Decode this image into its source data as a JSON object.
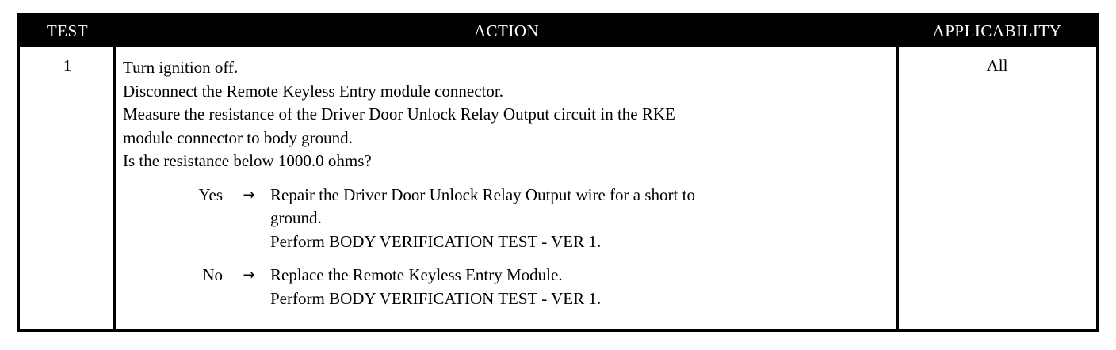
{
  "headers": {
    "test": "TEST",
    "action": "ACTION",
    "applicability": "APPLICABILITY"
  },
  "row": {
    "test": "1",
    "applicability": "All",
    "steps": [
      "Turn ignition off.",
      "Disconnect the Remote Keyless Entry module connector.",
      "Measure the resistance of the Driver Door Unlock Relay Output circuit in the RKE",
      "module connector to body ground.",
      "Is the resistance below 1000.0 ohms?"
    ],
    "answers": [
      {
        "label": "Yes",
        "arrow": "→",
        "lines": [
          "Repair the Driver Door Unlock Relay Output wire for a short to",
          "ground.",
          "Perform BODY VERIFICATION TEST - VER 1."
        ]
      },
      {
        "label": "No",
        "arrow": "→",
        "lines": [
          "Replace the Remote Keyless Entry Module.",
          "Perform BODY VERIFICATION TEST - VER 1."
        ]
      }
    ]
  }
}
